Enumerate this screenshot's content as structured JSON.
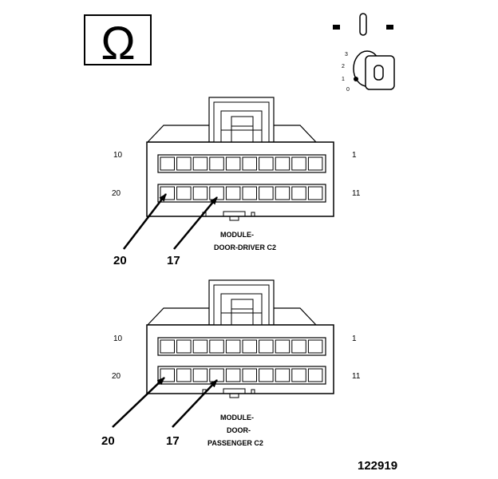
{
  "figure_number": "122919",
  "ohm_symbol": "Ω",
  "icons": {
    "meter": "ohmmeter-icon",
    "key": "ignition-key-icon"
  },
  "ignition_positions": [
    "3",
    "2",
    "1",
    "0"
  ],
  "connectors": [
    {
      "caption_lines": [
        "MODULE-",
        "DOOR-DRIVER C2"
      ],
      "pin_labels": {
        "top_left": "10",
        "top_right": "1",
        "bottom_left": "20",
        "bottom_right": "11"
      },
      "callouts": [
        "20",
        "17"
      ]
    },
    {
      "caption_lines": [
        "MODULE-",
        "DOOR-",
        "PASSENGER C2"
      ],
      "pin_labels": {
        "top_left": "10",
        "top_right": "1",
        "bottom_left": "20",
        "bottom_right": "11"
      },
      "callouts": [
        "20",
        "17"
      ]
    }
  ]
}
